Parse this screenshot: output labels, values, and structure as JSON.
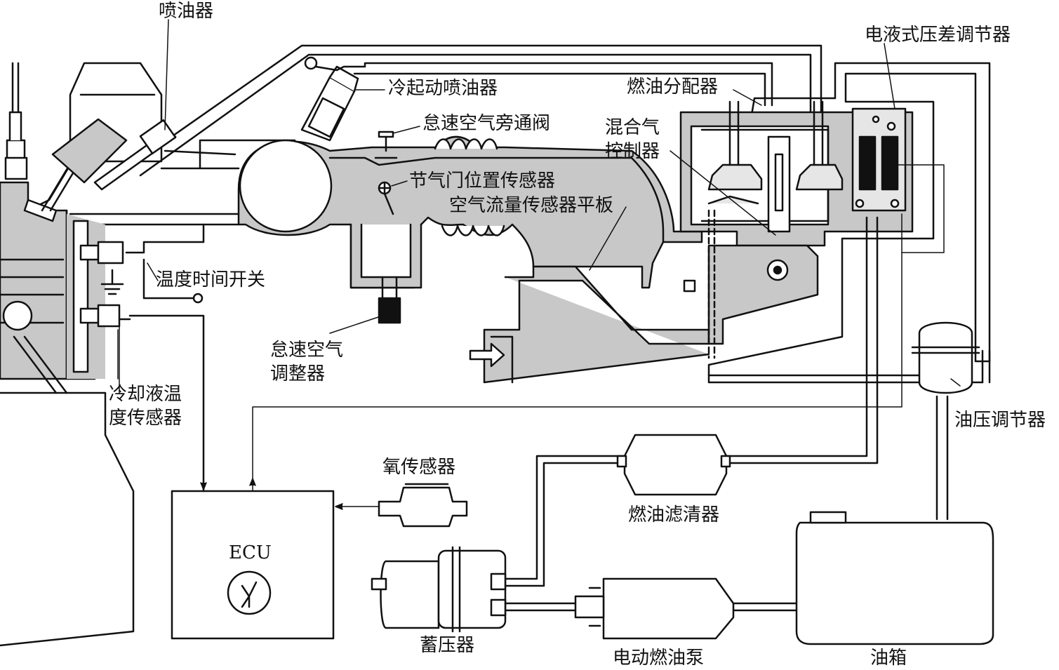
{
  "colors": {
    "ink": "#111111",
    "housing": "#c8c8c8",
    "fuel_dots": "#e6e6e6",
    "paper": "#ffffff"
  },
  "labels": {
    "injector": "喷油器",
    "cold_start_injector": "冷起动喷油器",
    "idle_bypass_valve": "怠速空气旁通阀",
    "throttle_position_sensor": "节气门位置传感器",
    "airflow_sensor_plate": "空气流量传感器平板",
    "fuel_distributor": "燃油分配器",
    "mixture_controller": "混合气\n控制器",
    "ehv_regulator": "电液式压差调节器",
    "thermo_time_switch": "温度时间开关",
    "idle_air_adjuster": "怠速空气\n调整器",
    "coolant_temp_sensor": "冷却液温\n度传感器",
    "oxygen_sensor": "氧传感器",
    "ecu": "ECU",
    "fuel_filter": "燃油滤清器",
    "accumulator": "蓄压器",
    "electric_fuel_pump": "电动燃油泵",
    "fuel_tank": "油箱",
    "pressure_regulator": "油压调节器"
  },
  "icons": [
    "ecu-lambda-symbol-icon",
    "air-inlet-arrow-icon",
    "ground-symbol-icon"
  ]
}
